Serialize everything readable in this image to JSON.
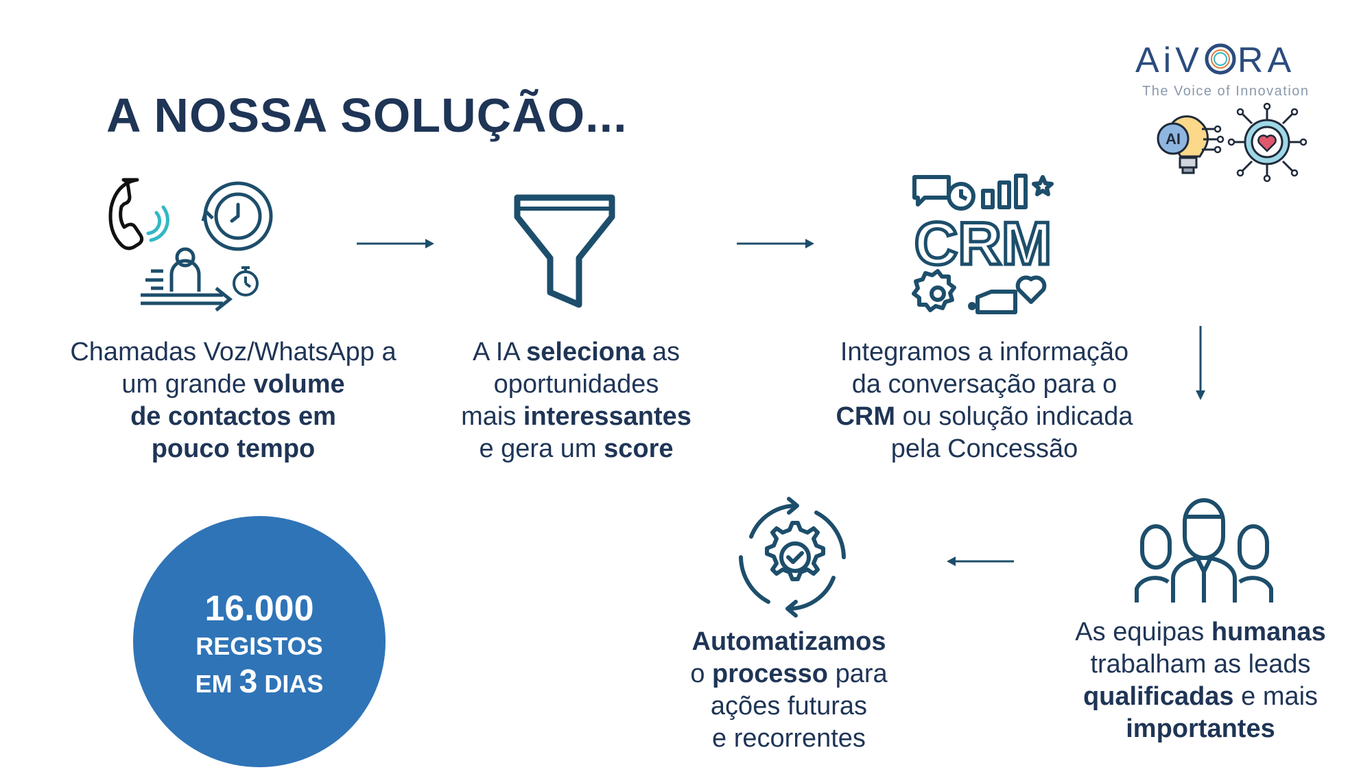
{
  "title": "A NOSSA SOLUÇÃO...",
  "logo": {
    "wordmark_left": "AiV",
    "wordmark_right": "RA",
    "tagline": "The Voice of Innovation",
    "ai_badge": "AI"
  },
  "steps": [
    {
      "id": "calls",
      "lines": [
        [
          {
            "t": "Chamadas Voz/WhatsApp a",
            "b": false
          }
        ],
        [
          {
            "t": "um grande ",
            "b": false
          },
          {
            "t": "volume",
            "b": true
          }
        ],
        [
          {
            "t": "de contactos em",
            "b": true
          }
        ],
        [
          {
            "t": "pouco tempo",
            "b": true
          }
        ]
      ]
    },
    {
      "id": "ai-select",
      "lines": [
        [
          {
            "t": "A IA ",
            "b": false
          },
          {
            "t": "seleciona",
            "b": true
          },
          {
            "t": " as",
            "b": false
          }
        ],
        [
          {
            "t": "oportunidades",
            "b": false
          }
        ],
        [
          {
            "t": "mais ",
            "b": false
          },
          {
            "t": "interessantes",
            "b": true
          }
        ],
        [
          {
            "t": "e gera um ",
            "b": false
          },
          {
            "t": "score",
            "b": true
          }
        ]
      ]
    },
    {
      "id": "crm",
      "lines": [
        [
          {
            "t": "Integramos a informação",
            "b": false
          }
        ],
        [
          {
            "t": "da conversação para o",
            "b": false
          }
        ],
        [
          {
            "t": "CRM",
            "b": true
          },
          {
            "t": " ou solução indicada",
            "b": false
          }
        ],
        [
          {
            "t": "pela Concessão",
            "b": false
          }
        ]
      ]
    },
    {
      "id": "human-teams",
      "lines": [
        [
          {
            "t": "As equipas ",
            "b": false
          },
          {
            "t": "humanas",
            "b": true
          }
        ],
        [
          {
            "t": "trabalham as leads",
            "b": false
          }
        ],
        [
          {
            "t": "qualificadas",
            "b": true
          },
          {
            "t": " e mais",
            "b": false
          }
        ],
        [
          {
            "t": "importantes",
            "b": true
          }
        ]
      ]
    },
    {
      "id": "automation",
      "lines": [
        [
          {
            "t": "Automatizamos",
            "b": true
          }
        ],
        [
          {
            "t": "o ",
            "b": false
          },
          {
            "t": "processo",
            "b": true
          },
          {
            "t": " para",
            "b": false
          }
        ],
        [
          {
            "t": "ações futuras",
            "b": false
          }
        ],
        [
          {
            "t": "e recorrentes",
            "b": false
          }
        ]
      ]
    }
  ],
  "crm_icon_label": "CRM",
  "stat": {
    "number": "16.000",
    "line1": "REGISTOS",
    "line2_prefix": "EM ",
    "line2_big": "3",
    "line2_suffix": " DIAS"
  },
  "colors": {
    "navy": "#1f3556",
    "icon": "#1d4e6b",
    "circle": "#2f74b7",
    "teal": "#33b8c4",
    "logo_orange": "#e07b3a"
  }
}
